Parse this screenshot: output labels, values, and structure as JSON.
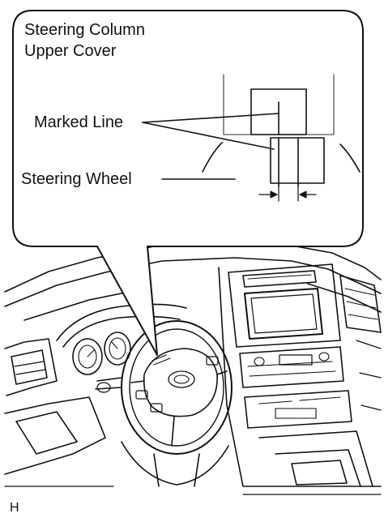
{
  "callout": {
    "title_line1": "Steering Column",
    "title_line2": "Upper Cover",
    "marked_line_label": "Marked Line",
    "steering_wheel_label": "Steering Wheel"
  },
  "figure_code": "H",
  "colors": {
    "ink": "#111111",
    "light_ink": "#555555",
    "paper": "#ffffff"
  }
}
